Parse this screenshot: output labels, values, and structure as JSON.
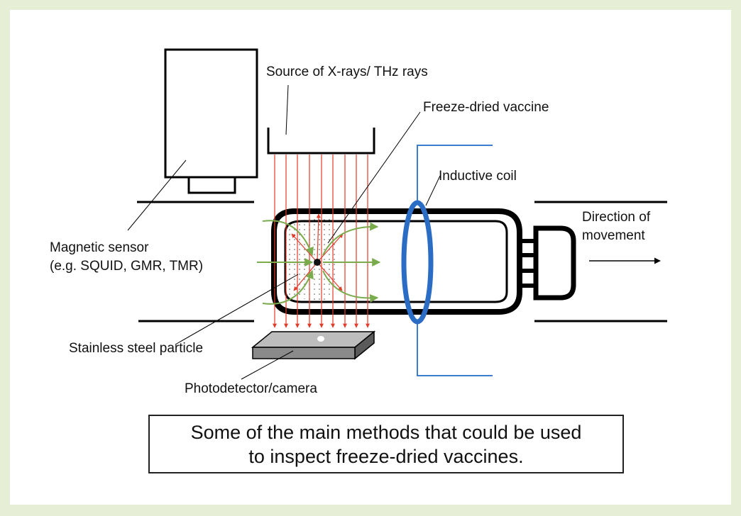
{
  "labels": {
    "source": "Source of X-rays/ THz rays",
    "vaccine": "Freeze-dried vaccine",
    "coil": "Inductive coil",
    "direction_line1": "Direction of",
    "direction_line2": "movement",
    "sensor_line1": "Magnetic sensor",
    "sensor_line2": "(e.g. SQUID, GMR, TMR)",
    "particle": "Stainless steel particle",
    "detector": "Photodetector/camera"
  },
  "caption": {
    "line1": "Some of the main methods that could be used",
    "line2": "to inspect freeze-dried vaccines."
  },
  "colors": {
    "background": "#e6efd6",
    "ray": "#e23b2a",
    "field_line": "#7aab4d",
    "coil": "#2b6cc4",
    "coil_leads": "#3d7dd0",
    "outline": "#000000",
    "detector": "#8a8a8a"
  }
}
